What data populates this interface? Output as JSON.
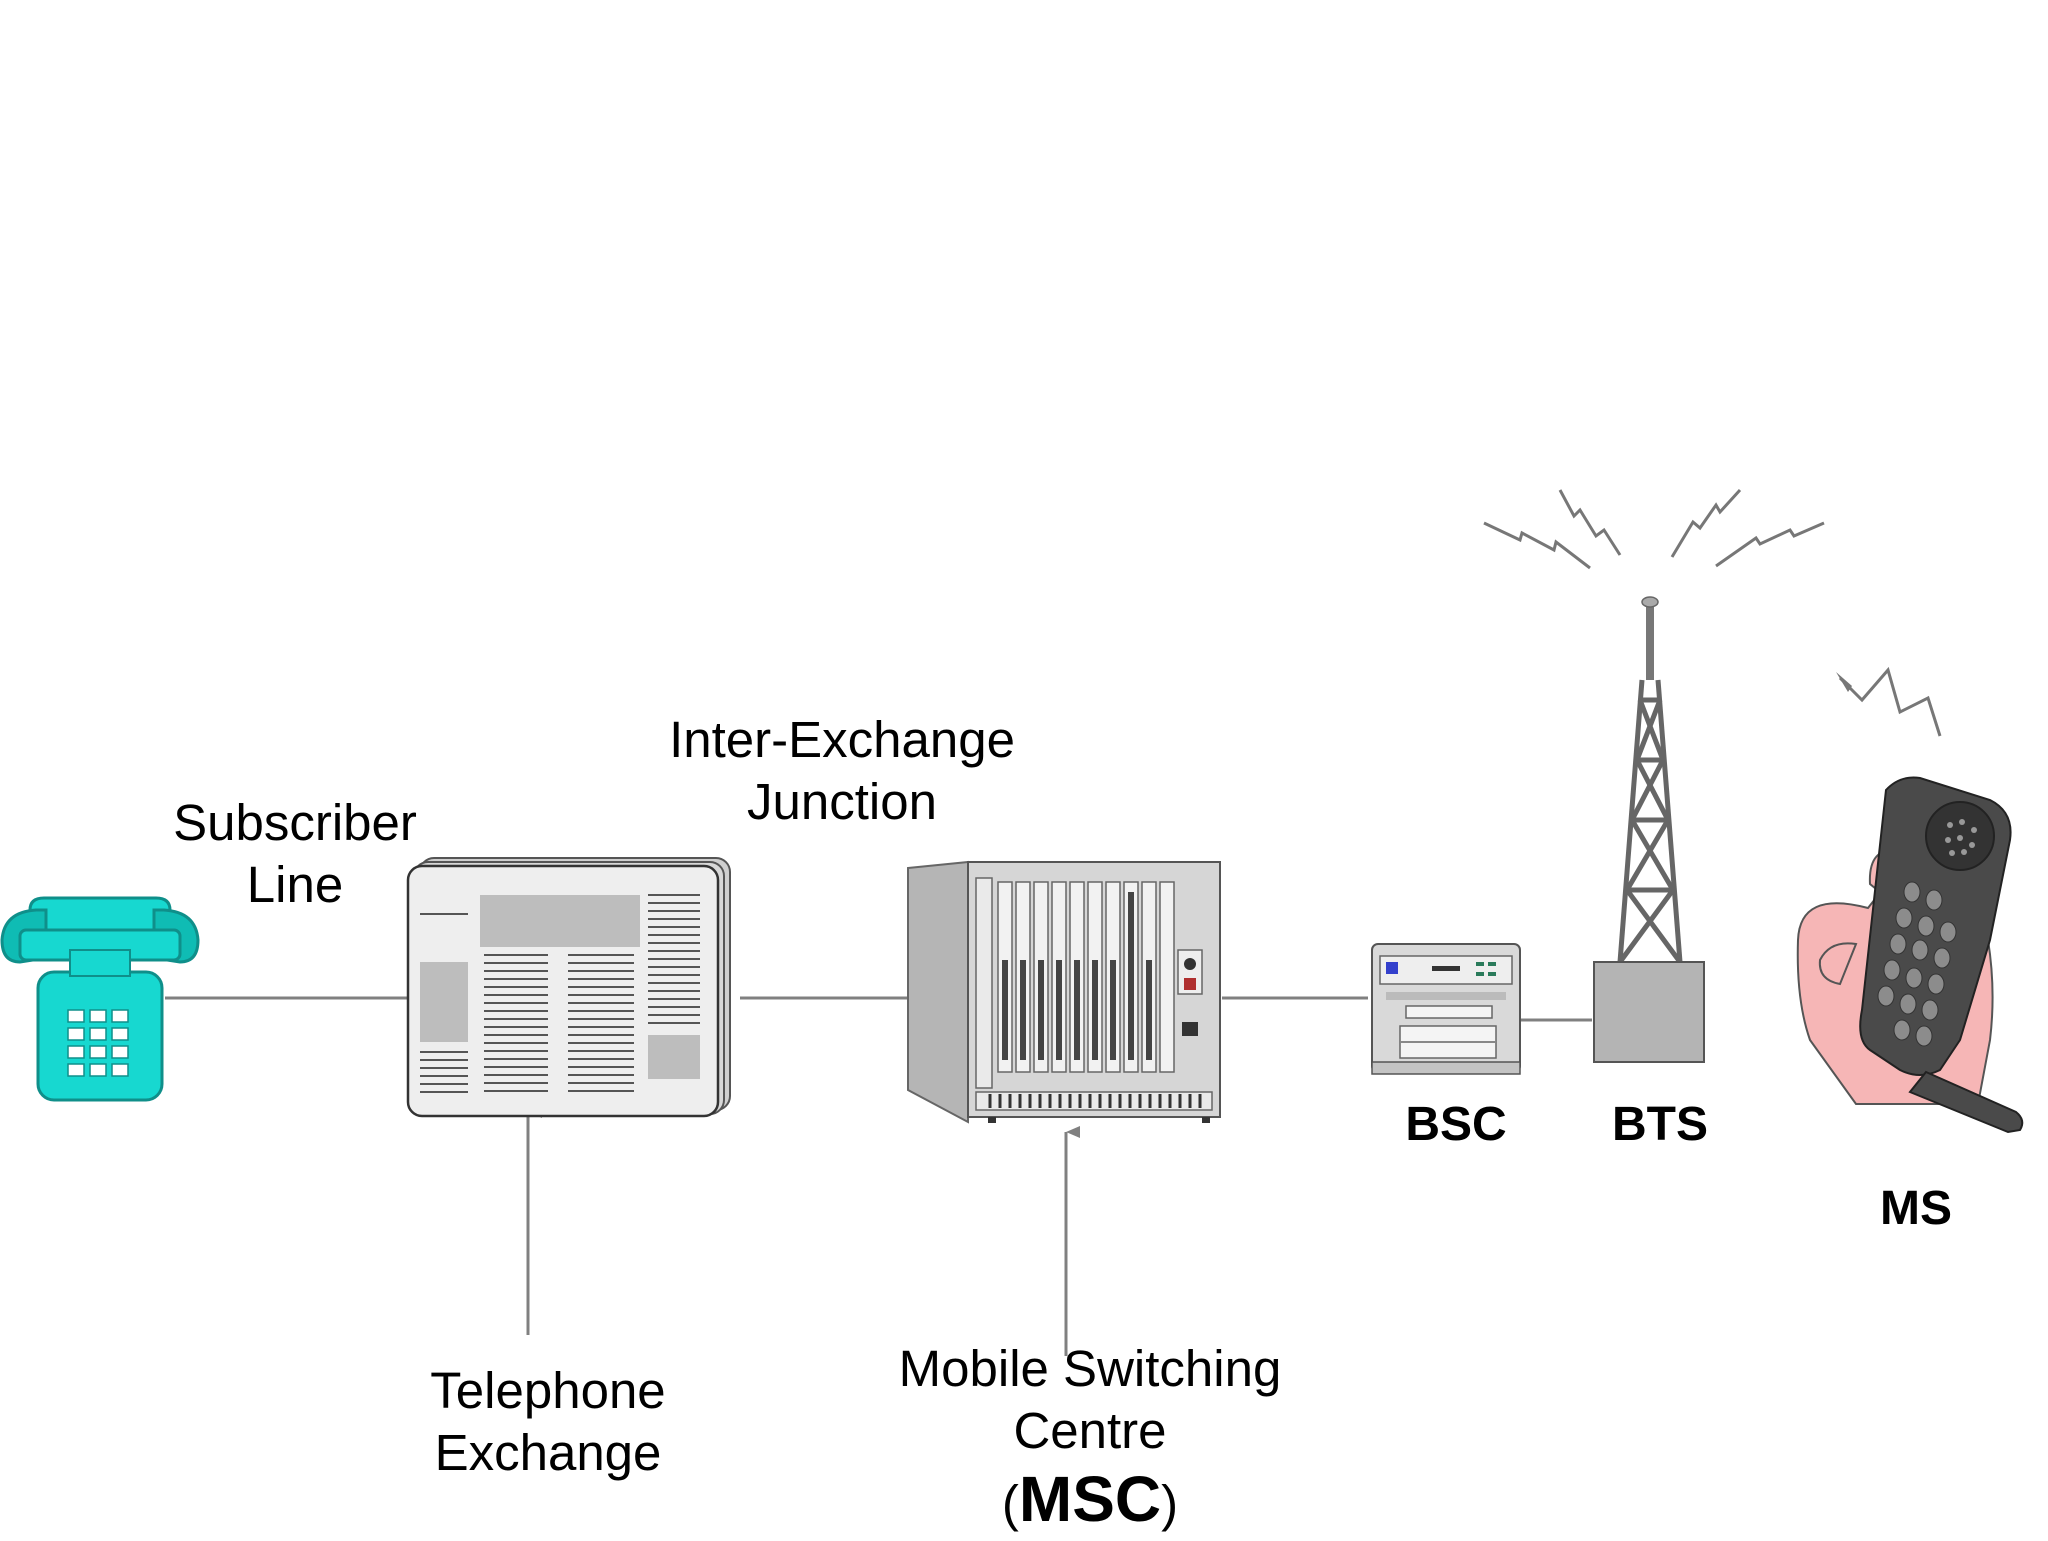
{
  "labels": {
    "subscriber_line": [
      "Subscriber",
      "Line"
    ],
    "inter_exchange": [
      "Inter-Exchange",
      "Junction"
    ],
    "telephone_exchange": [
      "Telephone",
      "Exchange"
    ],
    "msc": [
      "Mobile Switching",
      "Centre"
    ],
    "msc_abbr": {
      "open": "(",
      "text": "MSC",
      "close": ")"
    },
    "bsc": "BSC",
    "bts": "BTS",
    "ms": "MS"
  },
  "colors": {
    "phone": "#17d8d0",
    "phone_dark": "#0f8f8a",
    "line": "#808080",
    "equipment": "#c8c8c8",
    "hand": "#f6b6b6",
    "handset": "#4a4a4a"
  },
  "icons": [
    "telephone-icon",
    "telephone-exchange-icon",
    "msc-rack-icon",
    "bsc-icon",
    "bts-tower-icon",
    "mobile-phone-icon"
  ]
}
